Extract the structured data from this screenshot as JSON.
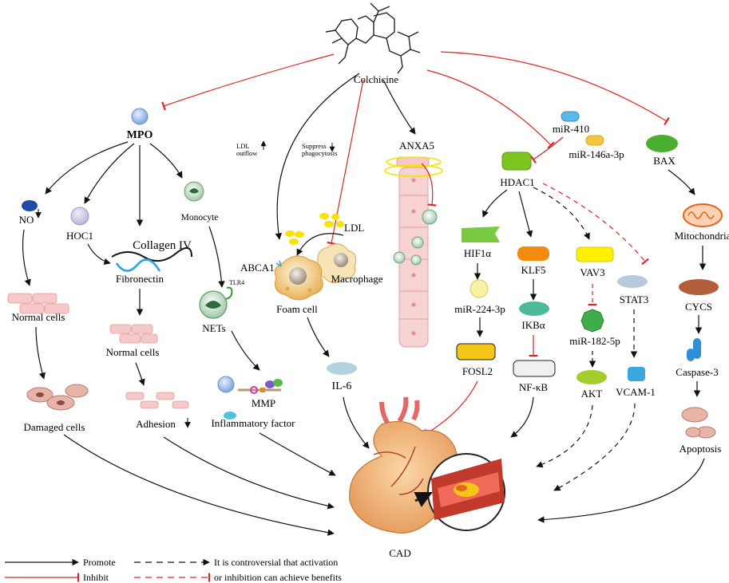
{
  "molecule": {
    "name": "Colchicine"
  },
  "nodes": {
    "mpo": "MPO",
    "no": "NO",
    "hoc1": "HOC1",
    "collagen": "Collagen IV",
    "fibronectin": "Fibronectin",
    "monocyte": "Monocyte",
    "normal_cells_1": "Normal cells",
    "normal_cells_2": "Normal cells",
    "damaged_cells": "Damaged cells",
    "adhesion": "Adhesion",
    "tlr4": "TLR4",
    "nets": "NETs",
    "mmp": "MMP",
    "inflammatory_factor": "Inflammatory factor",
    "ldl_outflow": "LDL\noutflow",
    "suppress_phagocytosis": "Suppress\nphagocytosis",
    "abca1": "ABCA1",
    "ldl": "LDL",
    "macrophage": "Macrophage",
    "foam_cell": "Foam cell",
    "il6": "IL-6",
    "anxa5": "ANXA5",
    "mir410": "miR-410",
    "mir146": "miR-146a-3p",
    "hdac1": "HDAC1",
    "hif1a": "HIF1α",
    "mir224": "miR-224-3p",
    "fosl2": "FOSL2",
    "klf5": "KLF5",
    "ikba": "IKBα",
    "nfkb": "NF-κB",
    "vav3": "VAV3",
    "mir182": "miR-182-5p",
    "akt": "AKT",
    "stat3": "STAT3",
    "vcam1": "VCAM-1",
    "bax": "BAX",
    "mitochondria": "Mitochondria",
    "cycs": "CYCS",
    "caspase3": "Caspase-3",
    "apoptosis": "Apoptosis",
    "cad": "CAD"
  },
  "legend": {
    "promote": "Promote",
    "inhibit": "Inhibit",
    "controversial_line1": "It is controversial that activation",
    "controversial_line2": "or inhibition can achieve benefits"
  },
  "colors": {
    "promote": "#111111",
    "inhibit": "#d62728",
    "mpo": "#8fb4e8",
    "hdac1": "#7cc520",
    "hif1a": "#7ac943",
    "klf5": "#f28c0f",
    "ikba": "#4dbb9a",
    "vav3": "#fff200",
    "akt": "#a4cc2a",
    "stat3": "#b9c9dc",
    "vcam1": "#3ba7e0",
    "bax": "#4aae2f",
    "mitochondria": "#e8641f",
    "cycs": "#b35d3a",
    "caspase3": "#2e8fd8",
    "fosl2": "#f5c518",
    "ldl": "#f5e400",
    "il6": "#b4d2de",
    "cell_pink": "#f4c4c4"
  }
}
